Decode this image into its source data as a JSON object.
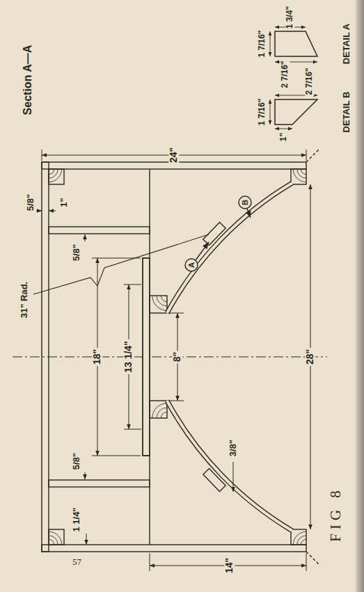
{
  "diagram": {
    "title": "Section A—A",
    "caption": "FIG 8",
    "labels": [
      "5/8\"",
      "1\"",
      "1 1/4\"",
      "5/8\"",
      "5/8\"",
      "18\"",
      "13 1/4\"",
      "31\" Rad.",
      "8\"",
      "A",
      "B",
      "3/8\"",
      "24\"",
      "14\"",
      "28\"",
      "1 7/16\"",
      "1 3/4\"",
      "2 7/16\"",
      "DETAIL A",
      "1 7/16\"",
      "1\"",
      "2 7/16\"",
      "DETAIL B",
      "57"
    ]
  }
}
